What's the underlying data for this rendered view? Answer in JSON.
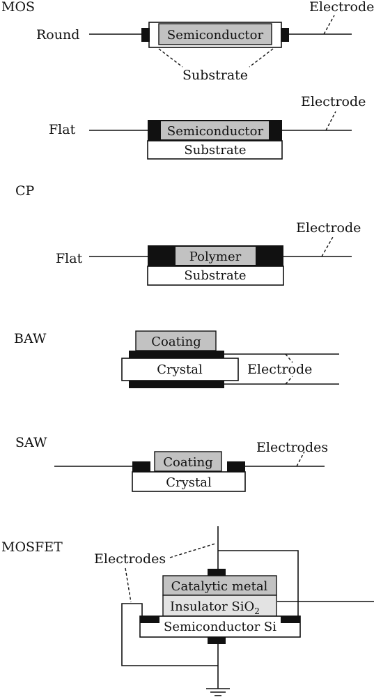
{
  "colors": {
    "electrode": "#111111",
    "semiconductor": "#c2c2c2",
    "outline": "#111111",
    "background": "#ffffff"
  },
  "mos": {
    "heading": "MOS",
    "round_label": "Round",
    "flat_label": "Flat",
    "semiconductor": "Semiconductor",
    "substrate": "Substrate",
    "electrode": "Electrode"
  },
  "cp": {
    "heading": "CP",
    "flat_label": "Flat",
    "polymer": "Polymer",
    "substrate": "Substrate",
    "electrode": "Electrode"
  },
  "baw": {
    "heading": "BAW",
    "coating": "Coating",
    "crystal": "Crystal",
    "electrode": "Electrode"
  },
  "saw": {
    "heading": "SAW",
    "coating": "Coating",
    "crystal": "Crystal",
    "electrodes": "Electrodes"
  },
  "mosfet": {
    "heading": "MOSFET",
    "electrodes": "Electrodes",
    "catalytic_metal": "Catalytic metal",
    "insulator_main": "Insulator SiO",
    "insulator_sub": "2",
    "semiconductor": "Semiconductor Si"
  }
}
